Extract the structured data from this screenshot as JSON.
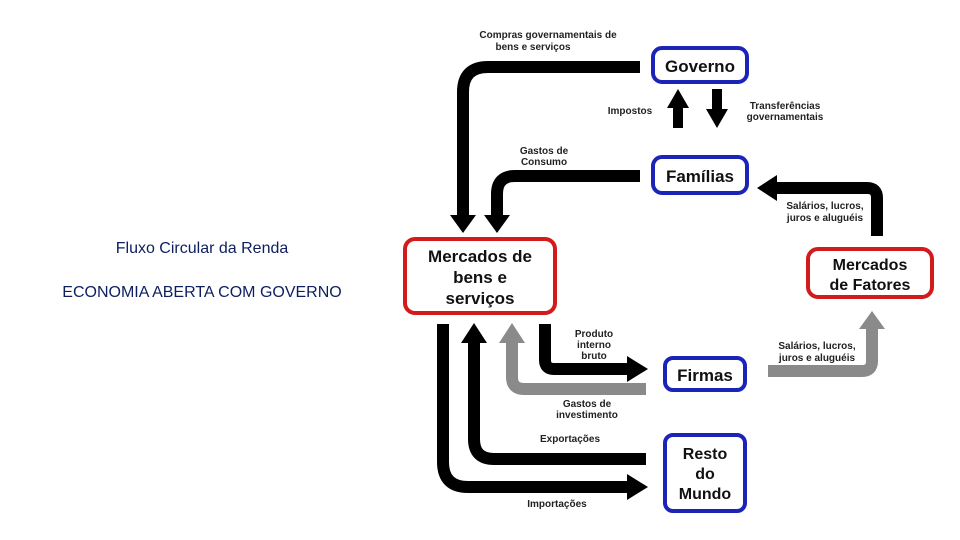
{
  "titles": {
    "main": "Fluxo Circular da Renda",
    "sub": "ECONOMIA ABERTA COM GOVERNO"
  },
  "nodes": {
    "governo": "Governo",
    "familias": "Famílias",
    "mercados_bens": [
      "Mercados de",
      "bens e",
      "serviços"
    ],
    "mercados_fatores": [
      "Mercados",
      "de Fatores"
    ],
    "firmas": "Firmas",
    "resto_mundo": [
      "Resto",
      "do",
      "Mundo"
    ]
  },
  "flows": {
    "compras_gov": [
      "Compras governamentais de",
      "bens e serviços"
    ],
    "impostos": "Impostos",
    "transferencias": [
      "Transferências",
      "governamentais"
    ],
    "gastos_consumo": [
      "Gastos de",
      "Consumo"
    ],
    "salarios_top": [
      "Salários, lucros,",
      "juros e aluguéis"
    ],
    "salarios_bottom": [
      "Salários, lucros,",
      "juros e aluguéis"
    ],
    "pib": [
      "Produto",
      "interno",
      "bruto"
    ],
    "gastos_investimento": [
      "Gastos de",
      "investimento"
    ],
    "exportacoes": "Exportações",
    "importacoes": "Importações"
  },
  "colors": {
    "blue_box": "#1c24b8",
    "red_box": "#d21c1c",
    "flow_main": "#000000",
    "flow_secondary": "#8a8a8a",
    "title_text": "#0d1f5e"
  }
}
